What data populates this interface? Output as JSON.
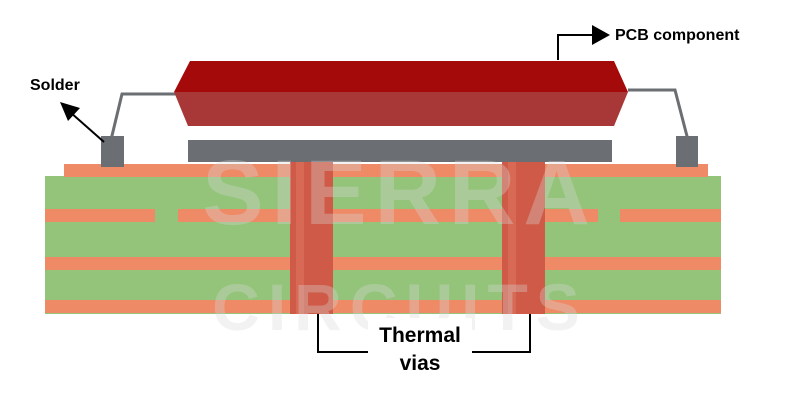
{
  "labels": {
    "pcb_component": "PCB component",
    "solder": "Solder",
    "thermal_line1": "Thermal",
    "thermal_line2": "vias"
  },
  "watermark": {
    "line1": "SIERRA",
    "line2": "CIRCUITS"
  },
  "colors": {
    "board_green": "#94c47a",
    "copper_layer": "#ee8a66",
    "component_top": "#a50a0a",
    "component_front": "#a83838",
    "thermal_pad": "#6b6e72",
    "solder": "#6b6e72",
    "via": "#cf5a47",
    "via_highlight": "#e07860",
    "lead": "#6b6e72",
    "arrow": "#000000"
  }
}
